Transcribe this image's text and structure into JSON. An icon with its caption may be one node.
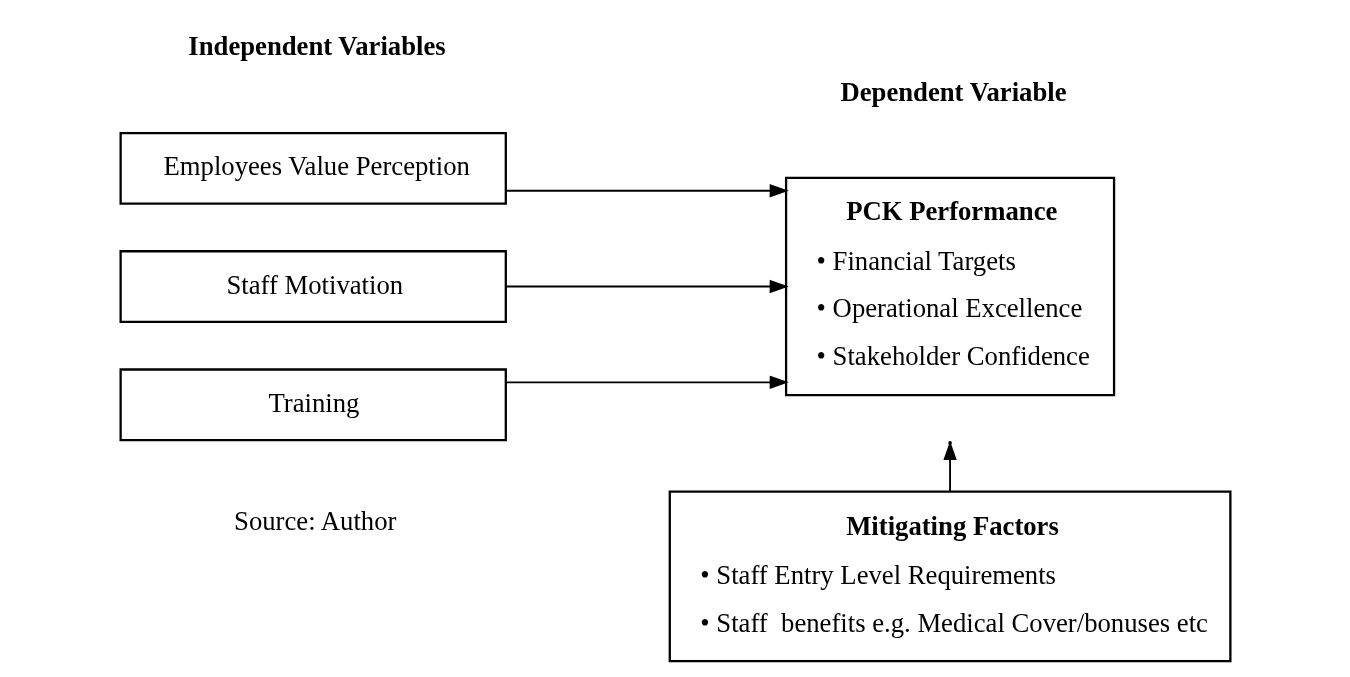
{
  "diagram": {
    "nodes": [
      {
        "text": [
          "Employees Value Perception"
        ]
      },
      {
        "text": [
          "Staff Motivation"
        ]
      },
      {
        "text": [
          "Training"
        ]
      },
      {
        "text": [
          "PCK Performance",
          "• Financial Targets",
          "• Operational Excellence",
          "• Stakeholder Confidence"
        ]
      },
      {
        "text": [
          "Mitigating Factors",
          "• Staff Entry Level Requirements",
          "• Staff  benefits e.g. Medical Cover/bonuses etc"
        ]
      }
    ],
    "edges": [
      {
        "from": 0,
        "to": 3,
        "arrow": "to"
      },
      {
        "from": 1,
        "to": 3,
        "arrow": "to"
      },
      {
        "from": 2,
        "to": 3,
        "arrow": "to"
      },
      {
        "from": 4,
        "to": null,
        "arrow": "to"
      }
    ],
    "labels": [
      "Independent Variables",
      "Dependent Variable",
      "Source: Author"
    ]
  }
}
